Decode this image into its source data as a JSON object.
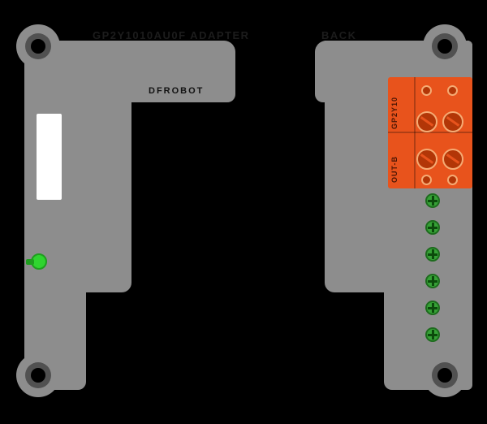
{
  "scene": {
    "left_view_label": "GP2Y1010AU0F ADAPTER",
    "right_view_label": "BACK"
  },
  "front_board": {
    "silkscreen_text": "DFROBOT",
    "mounting_holes": 2,
    "led_color": "#2fd42f",
    "label_window_color": "#ffffff"
  },
  "back_board": {
    "mounting_holes": 2,
    "terminal_block": {
      "color": "#e8531c",
      "positions": 2,
      "labels": [
        "GP2Y10",
        "OUT-B"
      ]
    },
    "screw_terminals": {
      "count": 6,
      "color": "#36a136"
    }
  },
  "colors": {
    "background": "#000000",
    "board": "#8d8d8d",
    "hole_ring": "#515151",
    "hole": "#000000",
    "label_window": "#ffffff",
    "led": "#2fd42f",
    "led_dark": "#1e9e1e",
    "connector": "#e8531c",
    "connector_dark": "#b23607",
    "connector_light": "#f5ab74",
    "screw": "#36a136",
    "screw_ring": "#1d6b1d",
    "screw_slot": "#0c4a0c",
    "print_dim": "#1c1c1c",
    "print_dark": "#111111"
  }
}
